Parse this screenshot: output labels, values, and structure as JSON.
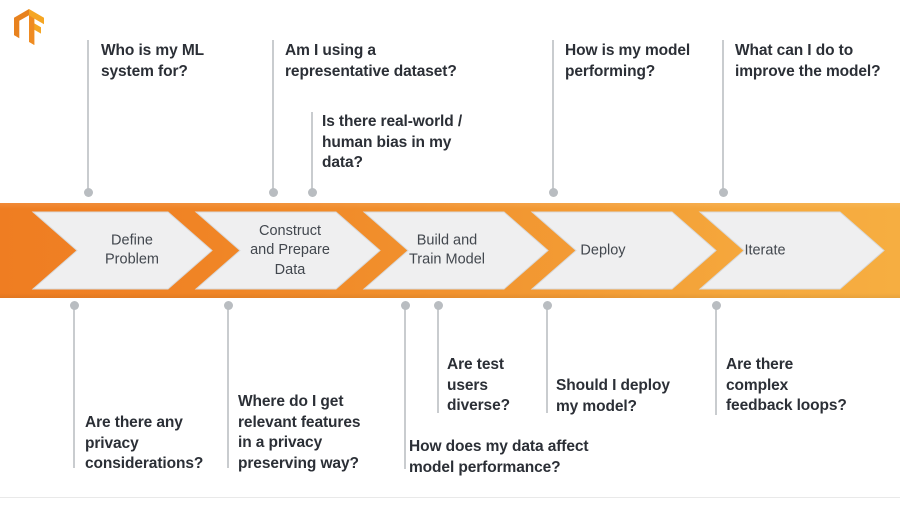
{
  "brand": {
    "logo_icon": "tensorflow-logo-icon",
    "logo_color_light": "#f6a623",
    "logo_color_dark": "#e8821e"
  },
  "theme": {
    "banner_gradient_start": "#ef7d22",
    "banner_gradient_end": "#f6ae41",
    "chevron_fill": "#efeff0",
    "chevron_stroke": "#d8d9da",
    "question_text": "#2b2f36",
    "stage_label_text": "#42474e",
    "connector_line": "#c9cccf",
    "connector_dot": "#b9bdc1",
    "page_background": "#ffffff"
  },
  "stages": [
    {
      "id": "define-problem",
      "label": "Define\nProblem"
    },
    {
      "id": "construct-prepare-data",
      "label": "Construct\nand Prepare\nData"
    },
    {
      "id": "build-train-model",
      "label": "Build and\nTrain Model"
    },
    {
      "id": "deploy",
      "label": "Deploy"
    },
    {
      "id": "iterate",
      "label": "Iterate"
    }
  ],
  "questions_above": [
    {
      "id": "who-is-my-ml-system-for",
      "text": "Who is my ML\nsystem for?"
    },
    {
      "id": "representative-dataset",
      "text": "Am I using a\nrepresentative dataset?"
    },
    {
      "id": "real-world-human-bias",
      "text": "Is there real-world /\nhuman bias in my\ndata?"
    },
    {
      "id": "how-is-my-model-performing",
      "text": "How is my model\nperforming?"
    },
    {
      "id": "improve-the-model",
      "text": "What can I do to\nimprove the model?"
    }
  ],
  "questions_below": [
    {
      "id": "privacy-considerations",
      "text": "Are there any\nprivacy\nconsiderations?"
    },
    {
      "id": "relevant-features-privacy",
      "text": "Where do I get\nrelevant features\nin a privacy\npreserving way?"
    },
    {
      "id": "data-affect-model-performance",
      "text": "How does my data affect\nmodel performance?"
    },
    {
      "id": "test-users-diverse",
      "text": "Are test\nusers\ndiverse?"
    },
    {
      "id": "should-i-deploy-my-model",
      "text": "Should I deploy\nmy model?"
    },
    {
      "id": "complex-feedback-loops",
      "text": "Are there\ncomplex\nfeedback loops?"
    }
  ]
}
